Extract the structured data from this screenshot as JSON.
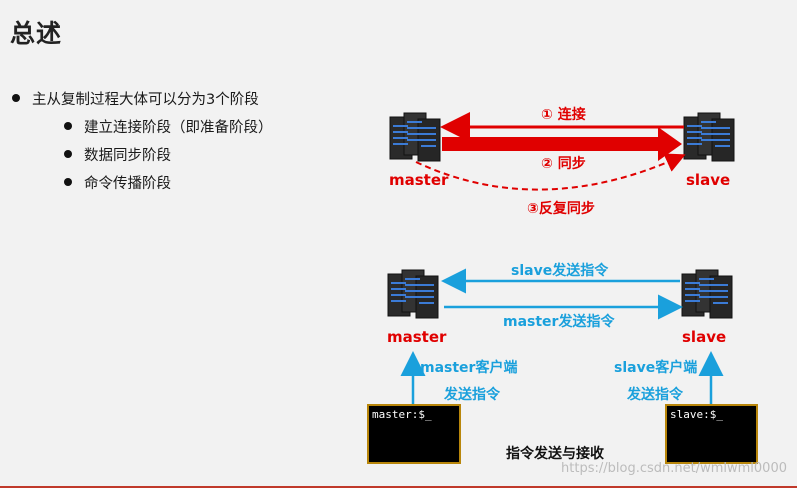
{
  "title": "总述",
  "bullets": {
    "main": "主从复制过程大体可以分为3个阶段",
    "sub": [
      "建立连接阶段（即准备阶段）",
      "数据同步阶段",
      "命令传播阶段"
    ]
  },
  "top_diagram": {
    "master_label": "master",
    "slave_label": "slave",
    "step1": "① 连接",
    "step2": "② 同步",
    "step3": "③反复同步"
  },
  "bottom_diagram": {
    "master_label": "master",
    "slave_label": "slave",
    "arrow_top": "slave发送指令",
    "arrow_bottom": "master发送指令",
    "master_client_line1": "master客户端",
    "master_client_line2": "发送指令",
    "slave_client_line1": "slave客户端",
    "slave_client_line2": "发送指令",
    "master_terminal": "master:$_",
    "slave_terminal": "slave:$_",
    "caption": "指令发送与接收"
  },
  "watermark": "https://blog.csdn.net/wmlwml0000",
  "colors": {
    "red": "#e00000",
    "blue": "#1aa0dc"
  }
}
